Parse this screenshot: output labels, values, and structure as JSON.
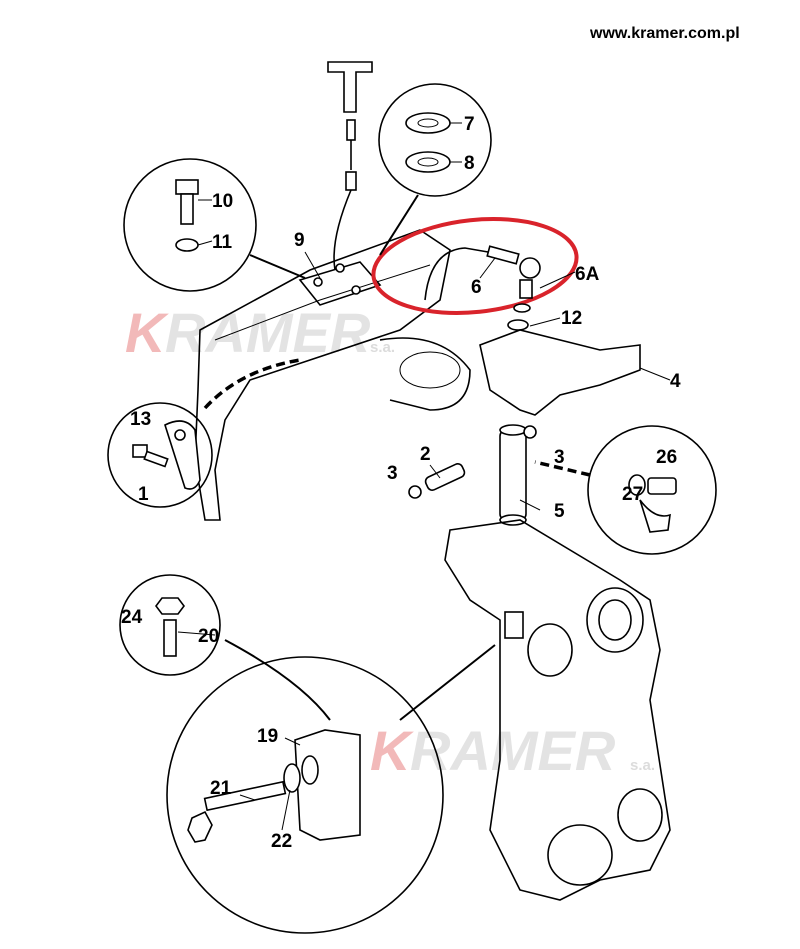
{
  "header": {
    "url": "www.kramer.com.pl"
  },
  "watermark": {
    "brand_initial": "K",
    "brand_rest": "RAMER",
    "suffix": "s.a."
  },
  "highlight_color": "#d9232b",
  "parts": {
    "p7": "7",
    "p8": "8",
    "p10": "10",
    "p11": "11",
    "p9": "9",
    "p6": "6",
    "p6A": "6A",
    "p12": "12",
    "p4": "4",
    "p13": "13",
    "p1": "1",
    "p3a": "3",
    "p2": "2",
    "p3b": "3",
    "p5": "5",
    "p26": "26",
    "p27": "27",
    "p24": "24",
    "p20": "20",
    "p19": "19",
    "p21": "21",
    "p22": "22"
  }
}
